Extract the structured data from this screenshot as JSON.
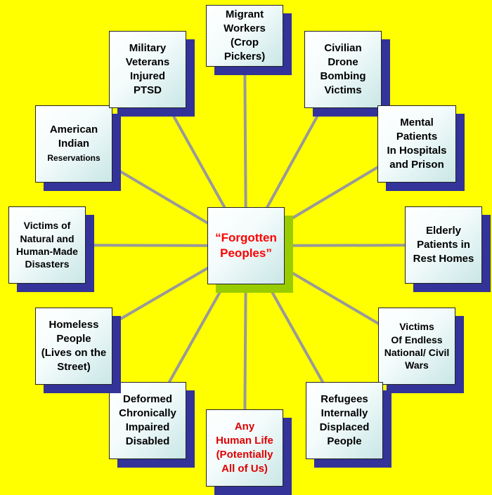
{
  "colors": {
    "background": "#FFFF00",
    "shadow": "#333399",
    "center_shadow": "#99CC00",
    "connector": "#999999",
    "highlight_text": "#FF0000"
  },
  "center": {
    "label": "“Forgotten\nPeoples”"
  },
  "nodes": [
    {
      "id": "migrant-workers",
      "label": "Migrant\nWorkers\n(Crop Pickers)"
    },
    {
      "id": "civilian-drone",
      "label": "Civilian\nDrone\nBombing\nVictims"
    },
    {
      "id": "mental-patients",
      "label": "Mental\nPatients\nIn Hospitals\nand Prison"
    },
    {
      "id": "elderly-patients",
      "label": "Elderly\nPatients in\nRest Homes"
    },
    {
      "id": "victims-wars",
      "label": "Victims\nOf Endless\nNational/ Civil\nWars"
    },
    {
      "id": "refugees",
      "label": "Refugees\nInternally\nDisplaced\nPeople"
    },
    {
      "id": "any-human-life",
      "label": "Any\nHuman Life\n(Potentially\nAll of Us)"
    },
    {
      "id": "deformed",
      "label": "Deformed\nChronically\nImpaired\nDisabled"
    },
    {
      "id": "homeless",
      "label": "Homeless\nPeople\n(Lives on the\nStreet)"
    },
    {
      "id": "disaster-victims",
      "label": "Victims of\nNatural and\nHuman-Made\nDisasters"
    },
    {
      "id": "american-indian",
      "label": "American\nIndian\nReservations"
    },
    {
      "id": "military-veterans",
      "label": "Military\nVeterans\nInjured\nPTSD"
    }
  ]
}
